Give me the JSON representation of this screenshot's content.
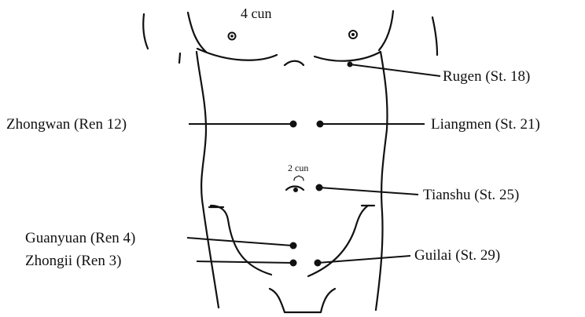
{
  "diagram": {
    "measure_top": "4 cun",
    "measure_navel": "2 cun",
    "points": {
      "rugen": "Rugen (St. 18)",
      "zhongwan": "Zhongwan (Ren 12)",
      "liangmen": "Liangmen (St. 21)",
      "tianshu": "Tianshu (St. 25)",
      "guanyuan": "Guanyuan (Ren 4)",
      "zhongii": "Zhongii (Ren 3)",
      "guilai": "Guilai (St. 29)"
    }
  },
  "colors": {
    "ink": "#111111",
    "background": "#ffffff"
  }
}
